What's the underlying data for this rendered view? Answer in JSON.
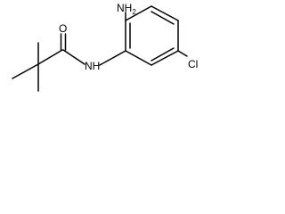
{
  "molecule": {
    "atoms": {
      "amine": {
        "symbol": "NH",
        "subscript": "2"
      },
      "oxygen": {
        "symbol": "O"
      },
      "amide_nitrogen": {
        "symbol": "NH"
      },
      "chlorine": {
        "symbol": "Cl"
      }
    }
  }
}
